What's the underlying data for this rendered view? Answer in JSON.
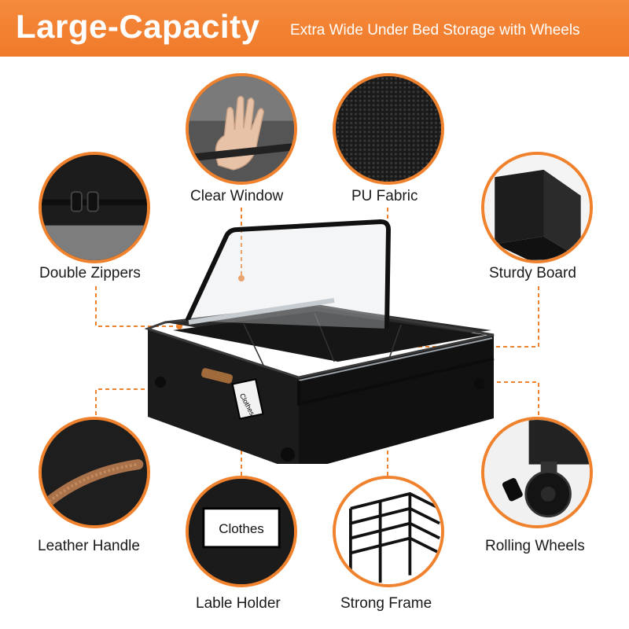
{
  "banner": {
    "title": "Large-Capacity",
    "subtitle": "Extra Wide Under Bed Storage with Wheels"
  },
  "features": {
    "clear_window": "Clear Window",
    "pu_fabric": "PU Fabric",
    "double_zippers": "Double Zippers",
    "sturdy_board": "Sturdy Board",
    "leather_handle": "Leather Handle",
    "label_holder": "Lable Holder",
    "strong_frame": "Strong Frame",
    "rolling_wheels": "Rolling Wheels"
  },
  "label_card_text": "Clothes",
  "product_tag_text": "Clothes",
  "colors": {
    "accent": "#f0822e",
    "banner": "#f58a3c",
    "product": "#1c1c1c"
  }
}
